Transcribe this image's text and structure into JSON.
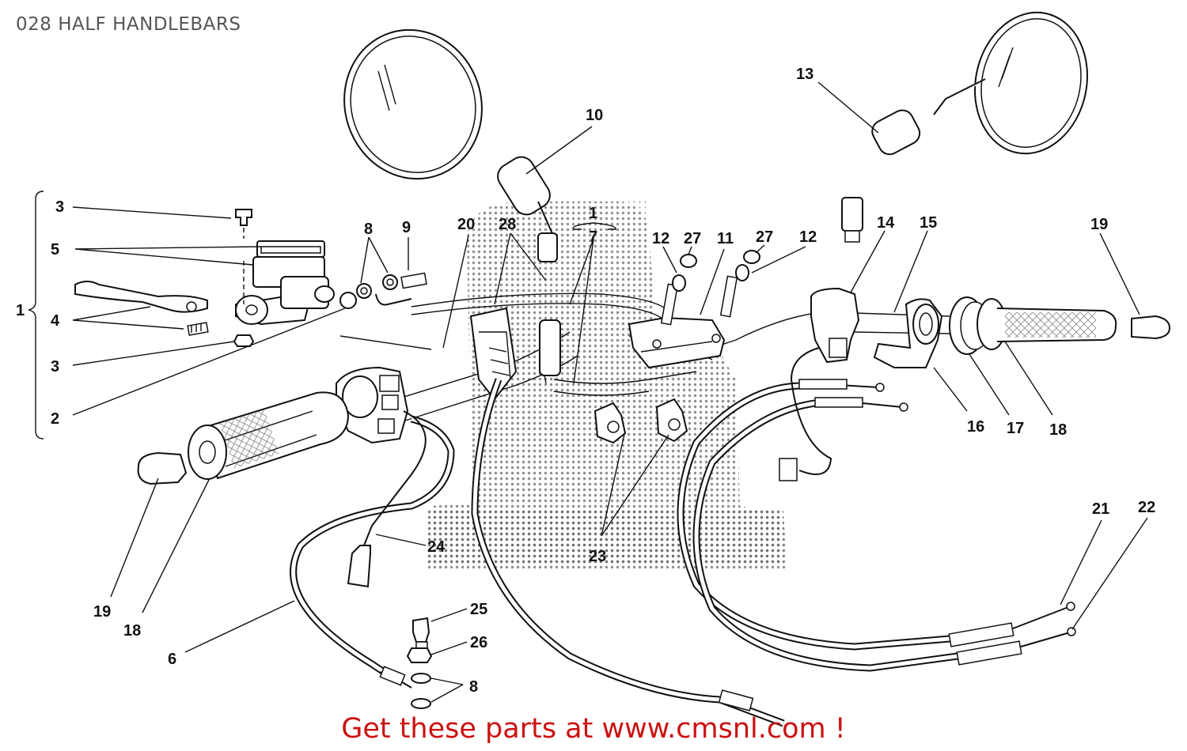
{
  "title": "028 HALF HANDLEBARS",
  "footer": "Get these parts at www.cmsnl.com !",
  "colors": {
    "footer_text": "#cc1111",
    "title_text": "#555555",
    "line": "#111111"
  },
  "labels": [
    "3",
    "5",
    "4",
    "3",
    "2",
    "1",
    "8",
    "9",
    "20",
    "28",
    "1",
    "7",
    "12",
    "27",
    "11",
    "27",
    "12",
    "14",
    "15",
    "19",
    "10",
    "13",
    "16",
    "17",
    "18",
    "19",
    "18",
    "24",
    "23",
    "25",
    "26",
    "8",
    "6",
    "21",
    "22"
  ]
}
